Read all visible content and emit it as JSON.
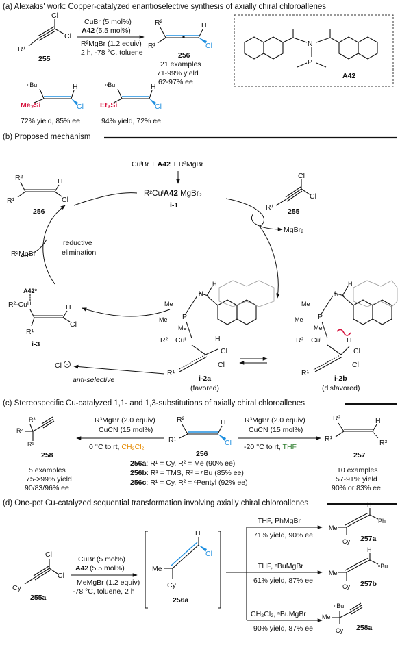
{
  "sections": {
    "a": {
      "title": "(a) Alexakis' work: Copper-catalyzed enantioselective synthesis of axially chiral chloroallenes",
      "reagent1": "CuBr (5 mol%)",
      "reagent2_bold": "A42",
      "reagent2_rest": " (5.5 mol%)",
      "reagent3": "R²MgBr (1.2 equiv)",
      "reagent4": "2 h, -78 °C, toluene",
      "sm_label": "255",
      "prod_label": "256",
      "prod_line1": "21 examples",
      "prod_line2": "71-99% yield",
      "prod_line3": "62-97% ee",
      "ligand_label": "A42",
      "ex1_result": "72% yield, 85% ee",
      "ex2_result": "94% yield, 72% ee",
      "ex1_si": "Me₃Si",
      "ex2_si": "Et₃Si"
    },
    "b": {
      "title": "(b) Proposed mechanism",
      "top_reagents_cu": "CuᴵBr + ",
      "top_reagents_a42": "A42",
      "top_reagents_rest": " + R²MgBr",
      "complex": "R²Cuᴵ",
      "complex_a42": "A42",
      "complex_rest": " MgBr₂",
      "complex_label": "i-1",
      "sm_label": "255",
      "prod_label": "256",
      "mgbr2": "MgBr₂",
      "r2mgbr": "R²MgBr",
      "step1": "reductive",
      "step2": "elimination",
      "i3_label": "i-3",
      "i3_a42": "A42*",
      "i3_cu": "R²-Cuᴵᴵᴵ",
      "chloride": "Cl",
      "anti": "anti-selective",
      "i2a_label": "i-2a",
      "i2a_note": "(favored)",
      "i2b_label": "i-2b",
      "i2b_note": "(disfavored)"
    },
    "c": {
      "title": "(c) Stereospecific Cu-catalyzed 1,1- and 1,3-substitutions of axially chiral chloroallenes",
      "left_r1": "R³MgBr (2.0 equiv)",
      "left_r2": "CuCN (15 mol%)",
      "left_cond": "0 °C to rt, ",
      "left_solvent": "CH₂Cl₂",
      "right_r1": "R³MgBr (2.0 equiv)",
      "right_r2": "CuCN (15 mol%)",
      "right_cond": "-20 °C to rt, ",
      "right_solvent": "THF",
      "left_label": "258",
      "center_label": "256",
      "right_label": "257",
      "left_res1": "5 examples",
      "left_res2": "75->99% yield",
      "left_res3": "90/83/96% ee",
      "right_res1": "10 examples",
      "right_res2": "57-91% yield",
      "right_res3": "90% or 83% ee",
      "sub_a_bold": "256a",
      "sub_a_rest": ": R¹ = Cy, R² = Me (90% ee)",
      "sub_b_bold": "256b",
      "sub_b_rest": ": R¹ = TMS, R² = ⁿBu (85% ee)",
      "sub_c_bold": "256c",
      "sub_c_rest": ": R¹ = Cy, R² = ᶜPentyl (92% ee)"
    },
    "d": {
      "title": "(d) One-pot Cu-catalyzed sequential transformation involving axially chiral chloroallenes",
      "reagent1": "CuBr (5 mol%)",
      "reagent2_bold": "A42",
      "reagent2_rest": " (5.5 mol%)",
      "reagent3": "MeMgBr (1.2 equiv)",
      "reagent4": "-78 °C, toluene, 2 h",
      "sm_label": "255a",
      "mid_label": "256a",
      "b1_cond": "THF, PhMgBr",
      "b1_res": "71% yield, 90% ee",
      "b1_label": "257a",
      "b2_cond": "THF, ⁿBuMgBr",
      "b2_res": "61% yield, 87% ee",
      "b2_label": "257b",
      "b3_cond": "CH₂Cl₂, ⁿBuMgBr",
      "b3_res": "90% yield, 87% ee",
      "b3_label": "258a"
    }
  },
  "atoms": {
    "Cl": "Cl",
    "H": "H",
    "R1": "R¹",
    "R2": "R²",
    "R3": "R³",
    "Me": "Me",
    "Cy": "Cy",
    "Ph": "Ph",
    "nBu": "ⁿBu",
    "Bu": "Bu",
    "N": "N",
    "P": "P",
    "Cu": "Cu",
    "CuI": "Cuᴵ",
    "R2Cu": "R²-Cuᴵ"
  },
  "colors": {
    "chlorine_blue": "#1e8fe0",
    "silyl_red": "#d6123c",
    "dcm_orange": "#e58a00",
    "thf_green": "#2d7d2d"
  }
}
